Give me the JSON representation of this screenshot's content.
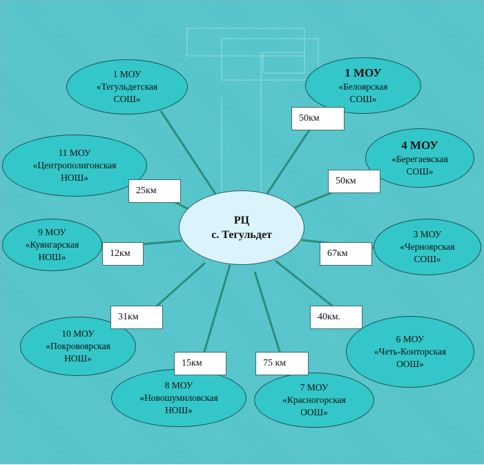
{
  "center": {
    "line1": "РЦ",
    "line2": "с. Тегульдет"
  },
  "schools": [
    {
      "id": "n1",
      "line1": "1 МОУ",
      "line2": "«Тегульдетская",
      "line3": "СОШ»",
      "big": false
    },
    {
      "id": "n2",
      "line1": "1 МОУ",
      "line2": "«Белоярская",
      "line3": "СОШ»",
      "big": true
    },
    {
      "id": "n3",
      "line1": "11 МОУ",
      "line2": "«Центрополигонская",
      "line3": "НОШ»",
      "big": false
    },
    {
      "id": "n4",
      "line1": "4 МОУ",
      "line2": "«Берегаевская",
      "line3": "СОШ»",
      "big": true
    },
    {
      "id": "n5",
      "line1": "9 МОУ",
      "line2": "«Куянгарская",
      "line3": "НОШ»",
      "big": false
    },
    {
      "id": "n6",
      "line1": "3 МОУ",
      "line2": "«Черноярская",
      "line3": "СОШ»",
      "big": false
    },
    {
      "id": "n7",
      "line1": "10 МОУ",
      "line2": "«Покровоярская",
      "line3": "НОШ»",
      "big": false
    },
    {
      "id": "n8",
      "line1": "6 МОУ",
      "line2": "«Четь-Конторская",
      "line3": "ООШ»",
      "big": false
    },
    {
      "id": "n9",
      "line1": "8 МОУ",
      "line2": "«Новошумиловская",
      "line3": "НОШ»",
      "big": false
    },
    {
      "id": "n10",
      "line1": "7 МОУ",
      "line2": "«Красногорская",
      "line3": "ООШ»",
      "big": false
    }
  ],
  "distances": {
    "d_belo": "50км",
    "d_centro": "25км",
    "d_berega": "50км",
    "d_kuyan": "12км",
    "d_cherno": "67км",
    "d_pokrov": "31км",
    "d_chet": "40км.",
    "d_novo": "15км",
    "d_krasno": "75 км"
  }
}
